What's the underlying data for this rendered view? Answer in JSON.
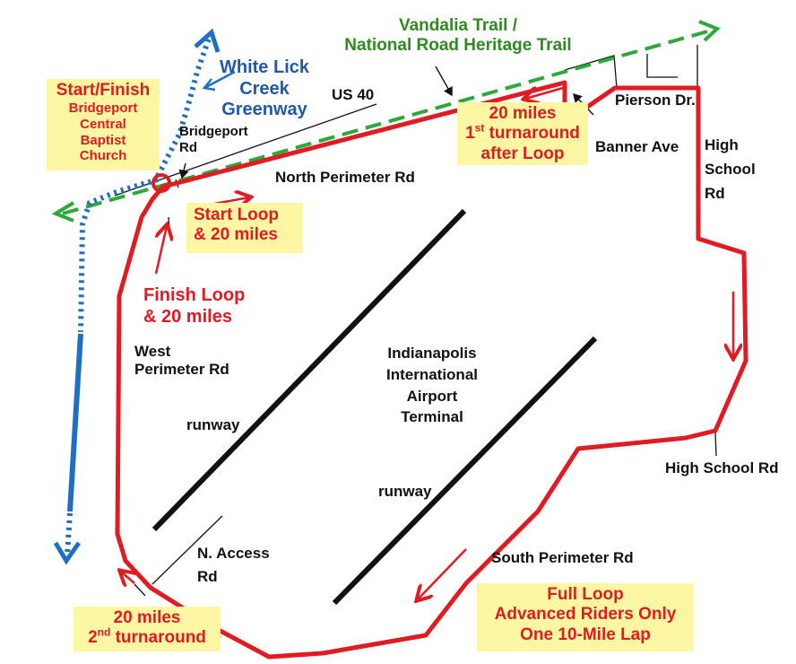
{
  "colors": {
    "route": "#e01b22",
    "trail": "#2ea83a",
    "greenway": "#1f6fc4",
    "runway": "#111111",
    "highlight": "#fdf7a3",
    "turnaround_segment": "#f28a1c"
  },
  "trail": {
    "line1": "Vandalia Trail /",
    "line2": "National Road Heritage Trail"
  },
  "greenway": {
    "line1": "White Lick",
    "line2": "Creek",
    "line3": "Greenway"
  },
  "start_finish": {
    "title": "Start/Finish",
    "line1": "Bridgeport",
    "line2": "Central",
    "line3": "Baptist",
    "line4": "Church"
  },
  "roads": {
    "us40": "US 40",
    "bridgeport_line1": "Bridgeport",
    "bridgeport_line2": "Rd",
    "north_perimeter": "North Perimeter Rd",
    "banner_ave": "Banner Ave",
    "pierson_dr": "Pierson Dr.",
    "high_school_line1": "High",
    "high_school_line2": "School",
    "high_school_line3": "Rd",
    "high_school_rd": "High School Rd",
    "west_perimeter_line1": "West",
    "west_perimeter_line2": "Perimeter Rd",
    "n_access_line1": "N. Access",
    "n_access_line2": "Rd",
    "south_perimeter": "South Perimeter Rd"
  },
  "airport": {
    "line1": "Indianapolis",
    "line2": "International",
    "line3": "Airport",
    "line4": "Terminal",
    "runway_west": "runway",
    "runway_east": "runway"
  },
  "callouts": {
    "start_loop_line1": "Start Loop",
    "start_loop_line2": "& 20 miles",
    "finish_loop_line1": "Finish Loop",
    "finish_loop_line2": "& 20 miles",
    "turnaround1_line1": "20 miles",
    "turnaround1_num": "1",
    "turnaround1_sup": "st",
    "turnaround1_rest": " turnaround",
    "turnaround1_line3": "after Loop",
    "turnaround2_line1": "20 miles",
    "turnaround2_num": "2",
    "turnaround2_sup": "nd",
    "turnaround2_rest": " turnaround",
    "full_loop_line1": "Full Loop",
    "full_loop_line2": "Advanced Riders Only",
    "full_loop_line3": "One 10-Mile Lap"
  }
}
